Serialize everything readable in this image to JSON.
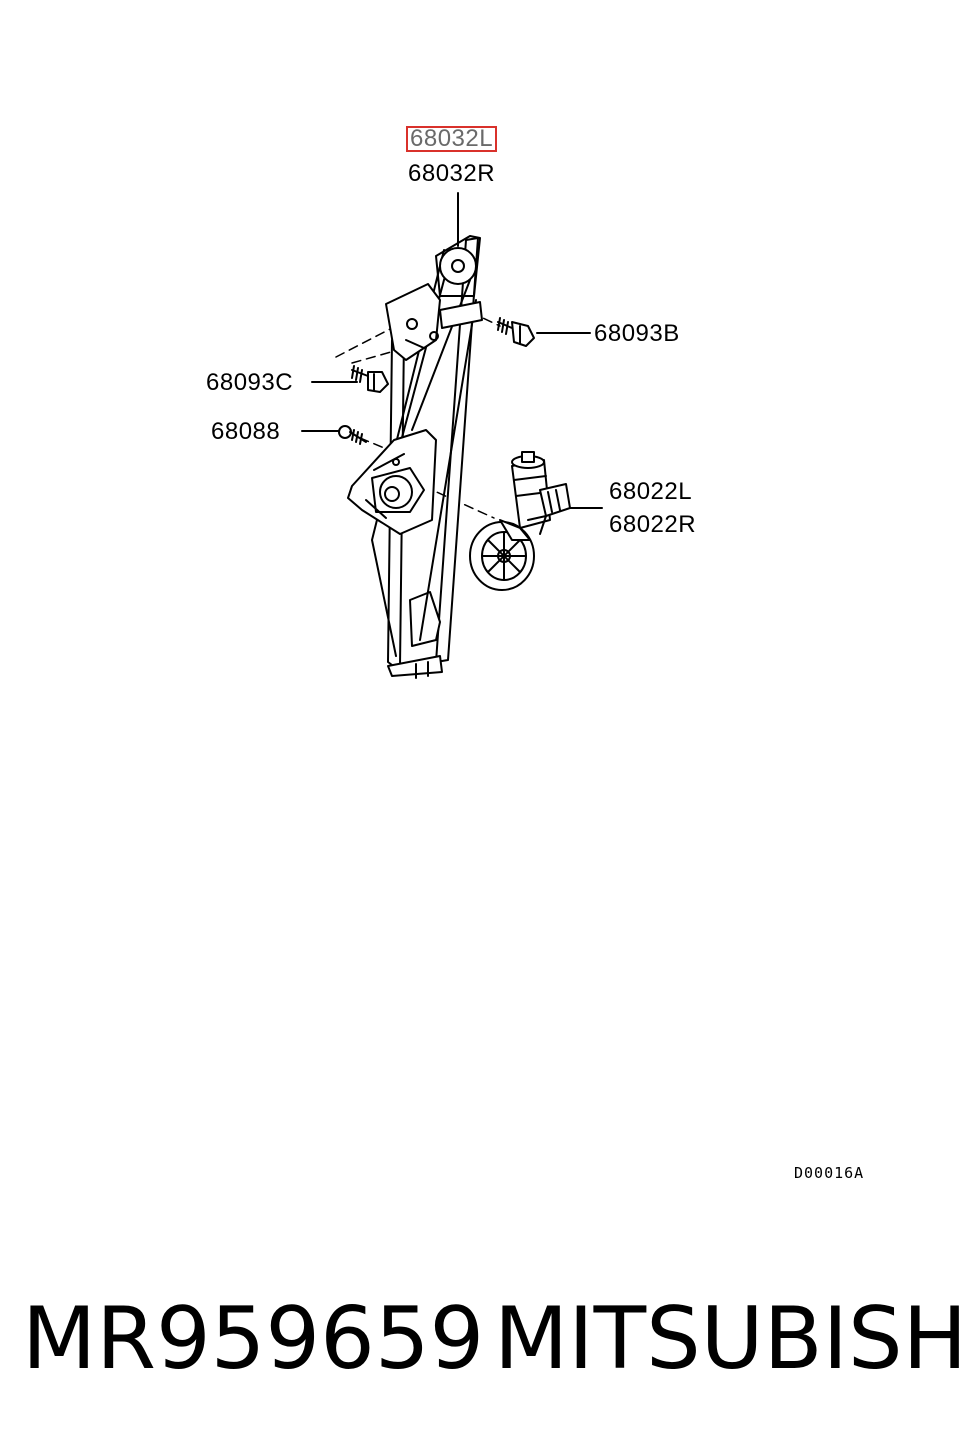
{
  "labels": {
    "top_left": "68032L",
    "top_right": "68032R",
    "bolt_b": "68093B",
    "bolt_c": "68093C",
    "screw": "68088",
    "motor_left": "68022L",
    "motor_right": "68022R"
  },
  "reference_code": "D00016A",
  "footer": {
    "part_number": "MR959659",
    "brand": "MITSUBISHI"
  },
  "colors": {
    "highlight_border": "#d9312b",
    "line": "#000000"
  }
}
